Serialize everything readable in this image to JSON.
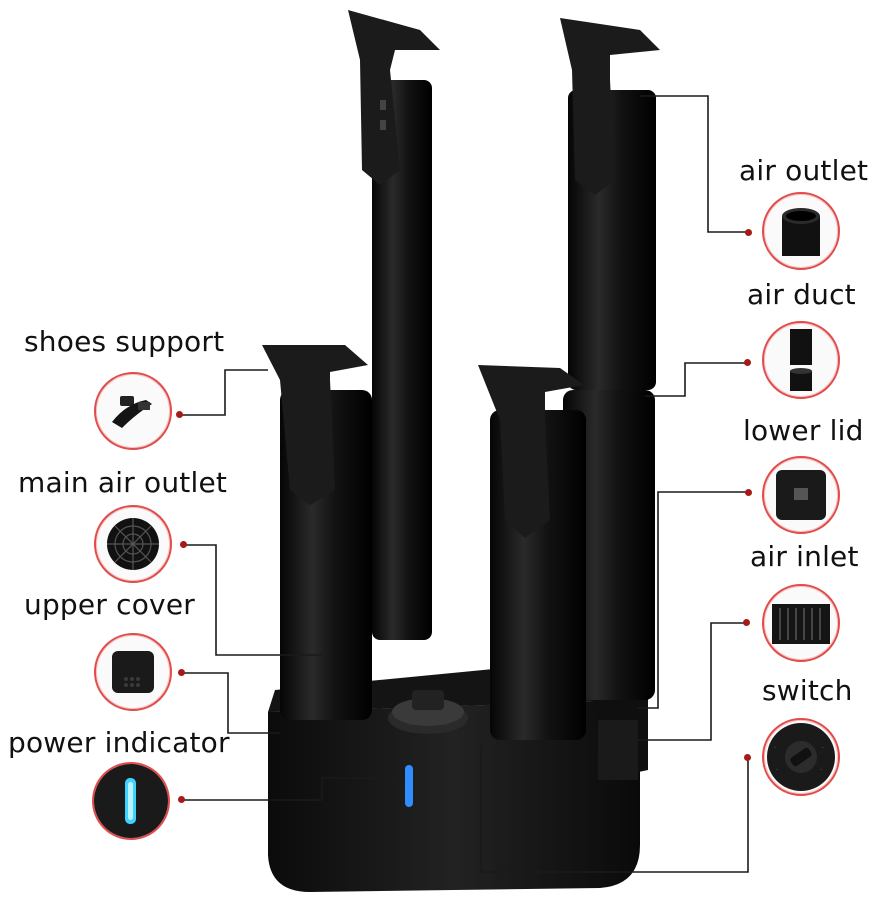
{
  "labels": {
    "shoes_support": "shoes support",
    "main_air_outlet": "main air outlet",
    "upper_cover": "upper cover",
    "power_indicator": "power indicator",
    "air_outlet": "air outlet",
    "air_duct": "air duct",
    "lower_lid": "lower lid",
    "air_inlet": "air inlet",
    "switch": "switch"
  },
  "colors": {
    "product_body": "#121212",
    "thumb_border": "#e24b4b",
    "leader_line": "#1a1a1a",
    "indicator_light": "#2f8dff"
  }
}
